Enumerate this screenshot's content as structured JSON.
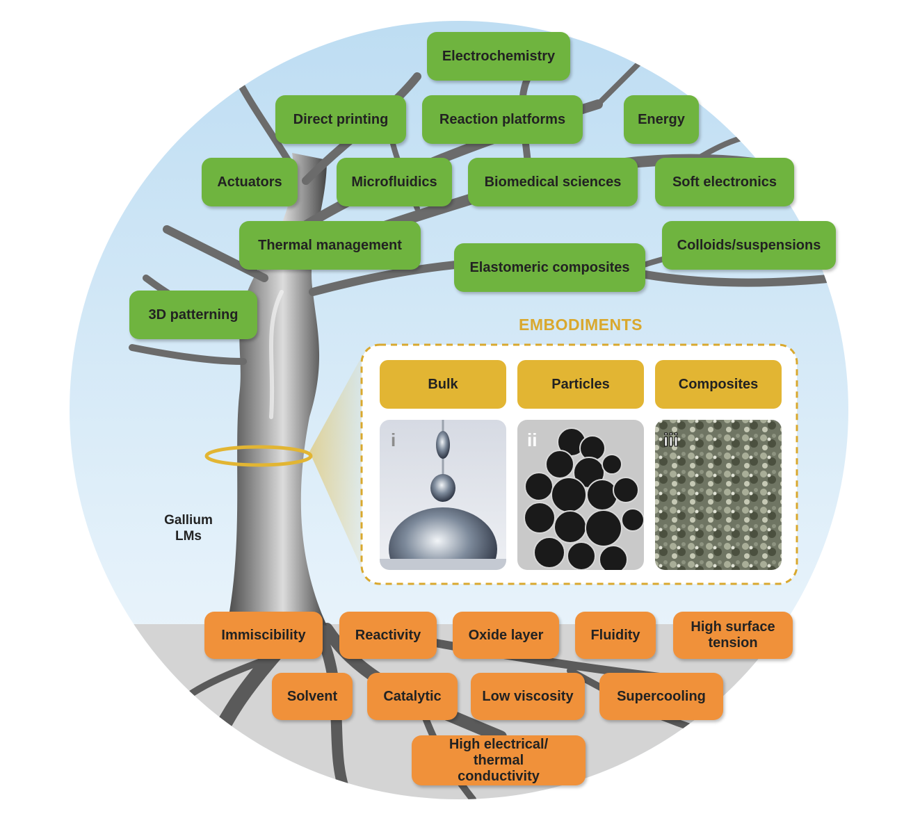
{
  "applications": [
    "Electrochemistry",
    "Direct printing",
    "Reaction platforms",
    "Energy",
    "Actuators",
    "Microfluidics",
    "Biomedical sciences",
    "Soft electronics",
    "Thermal management",
    "Colloids/suspensions",
    "Elastomeric composites",
    "3D patterning"
  ],
  "trunk_label": "Gallium LMs",
  "embodiments": {
    "title": "EMBODIMENTS",
    "items": [
      {
        "label": "Bulk",
        "panel": "i"
      },
      {
        "label": "Particles",
        "panel": "ii"
      },
      {
        "label": "Composites",
        "panel": "iii"
      }
    ]
  },
  "properties": [
    "Immiscibility",
    "Reactivity",
    "Oxide layer",
    "Fluidity",
    "High surface tension",
    "Solvent",
    "Catalytic",
    "Low viscosity",
    "Supercooling",
    "High electrical/ thermal conductivity"
  ],
  "colors": {
    "applications": "#6fb43f",
    "properties": "#f0913a",
    "embodiments": "#e2b533",
    "sky": "#cfe6f5",
    "ground": "#d4d4d4",
    "tree": "#8a8a8a"
  }
}
